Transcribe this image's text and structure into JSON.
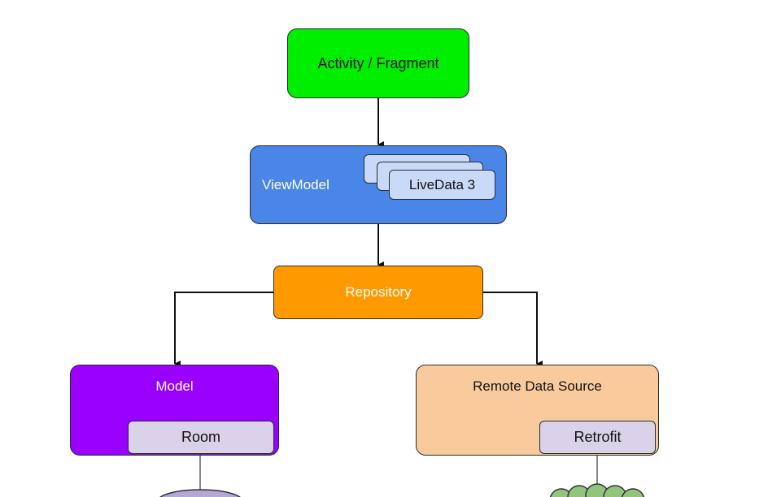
{
  "nodes": {
    "activity": "Activity / Fragment",
    "viewmodel": "ViewModel",
    "livedata": "LiveData 3",
    "repository": "Repository",
    "model": "Model",
    "room": "Room",
    "remote": "Remote Data Source",
    "retrofit": "Retrofit"
  },
  "colors": {
    "activity": "#00ee00",
    "viewmodel": "#4a86e8",
    "livedata": "#c9daf8",
    "repository": "#ff9900",
    "model": "#9900ff",
    "remote": "#f9cb9c",
    "inner": "#d9d2e9",
    "database": "#b4a7d6",
    "cloud": "#93c47d"
  }
}
